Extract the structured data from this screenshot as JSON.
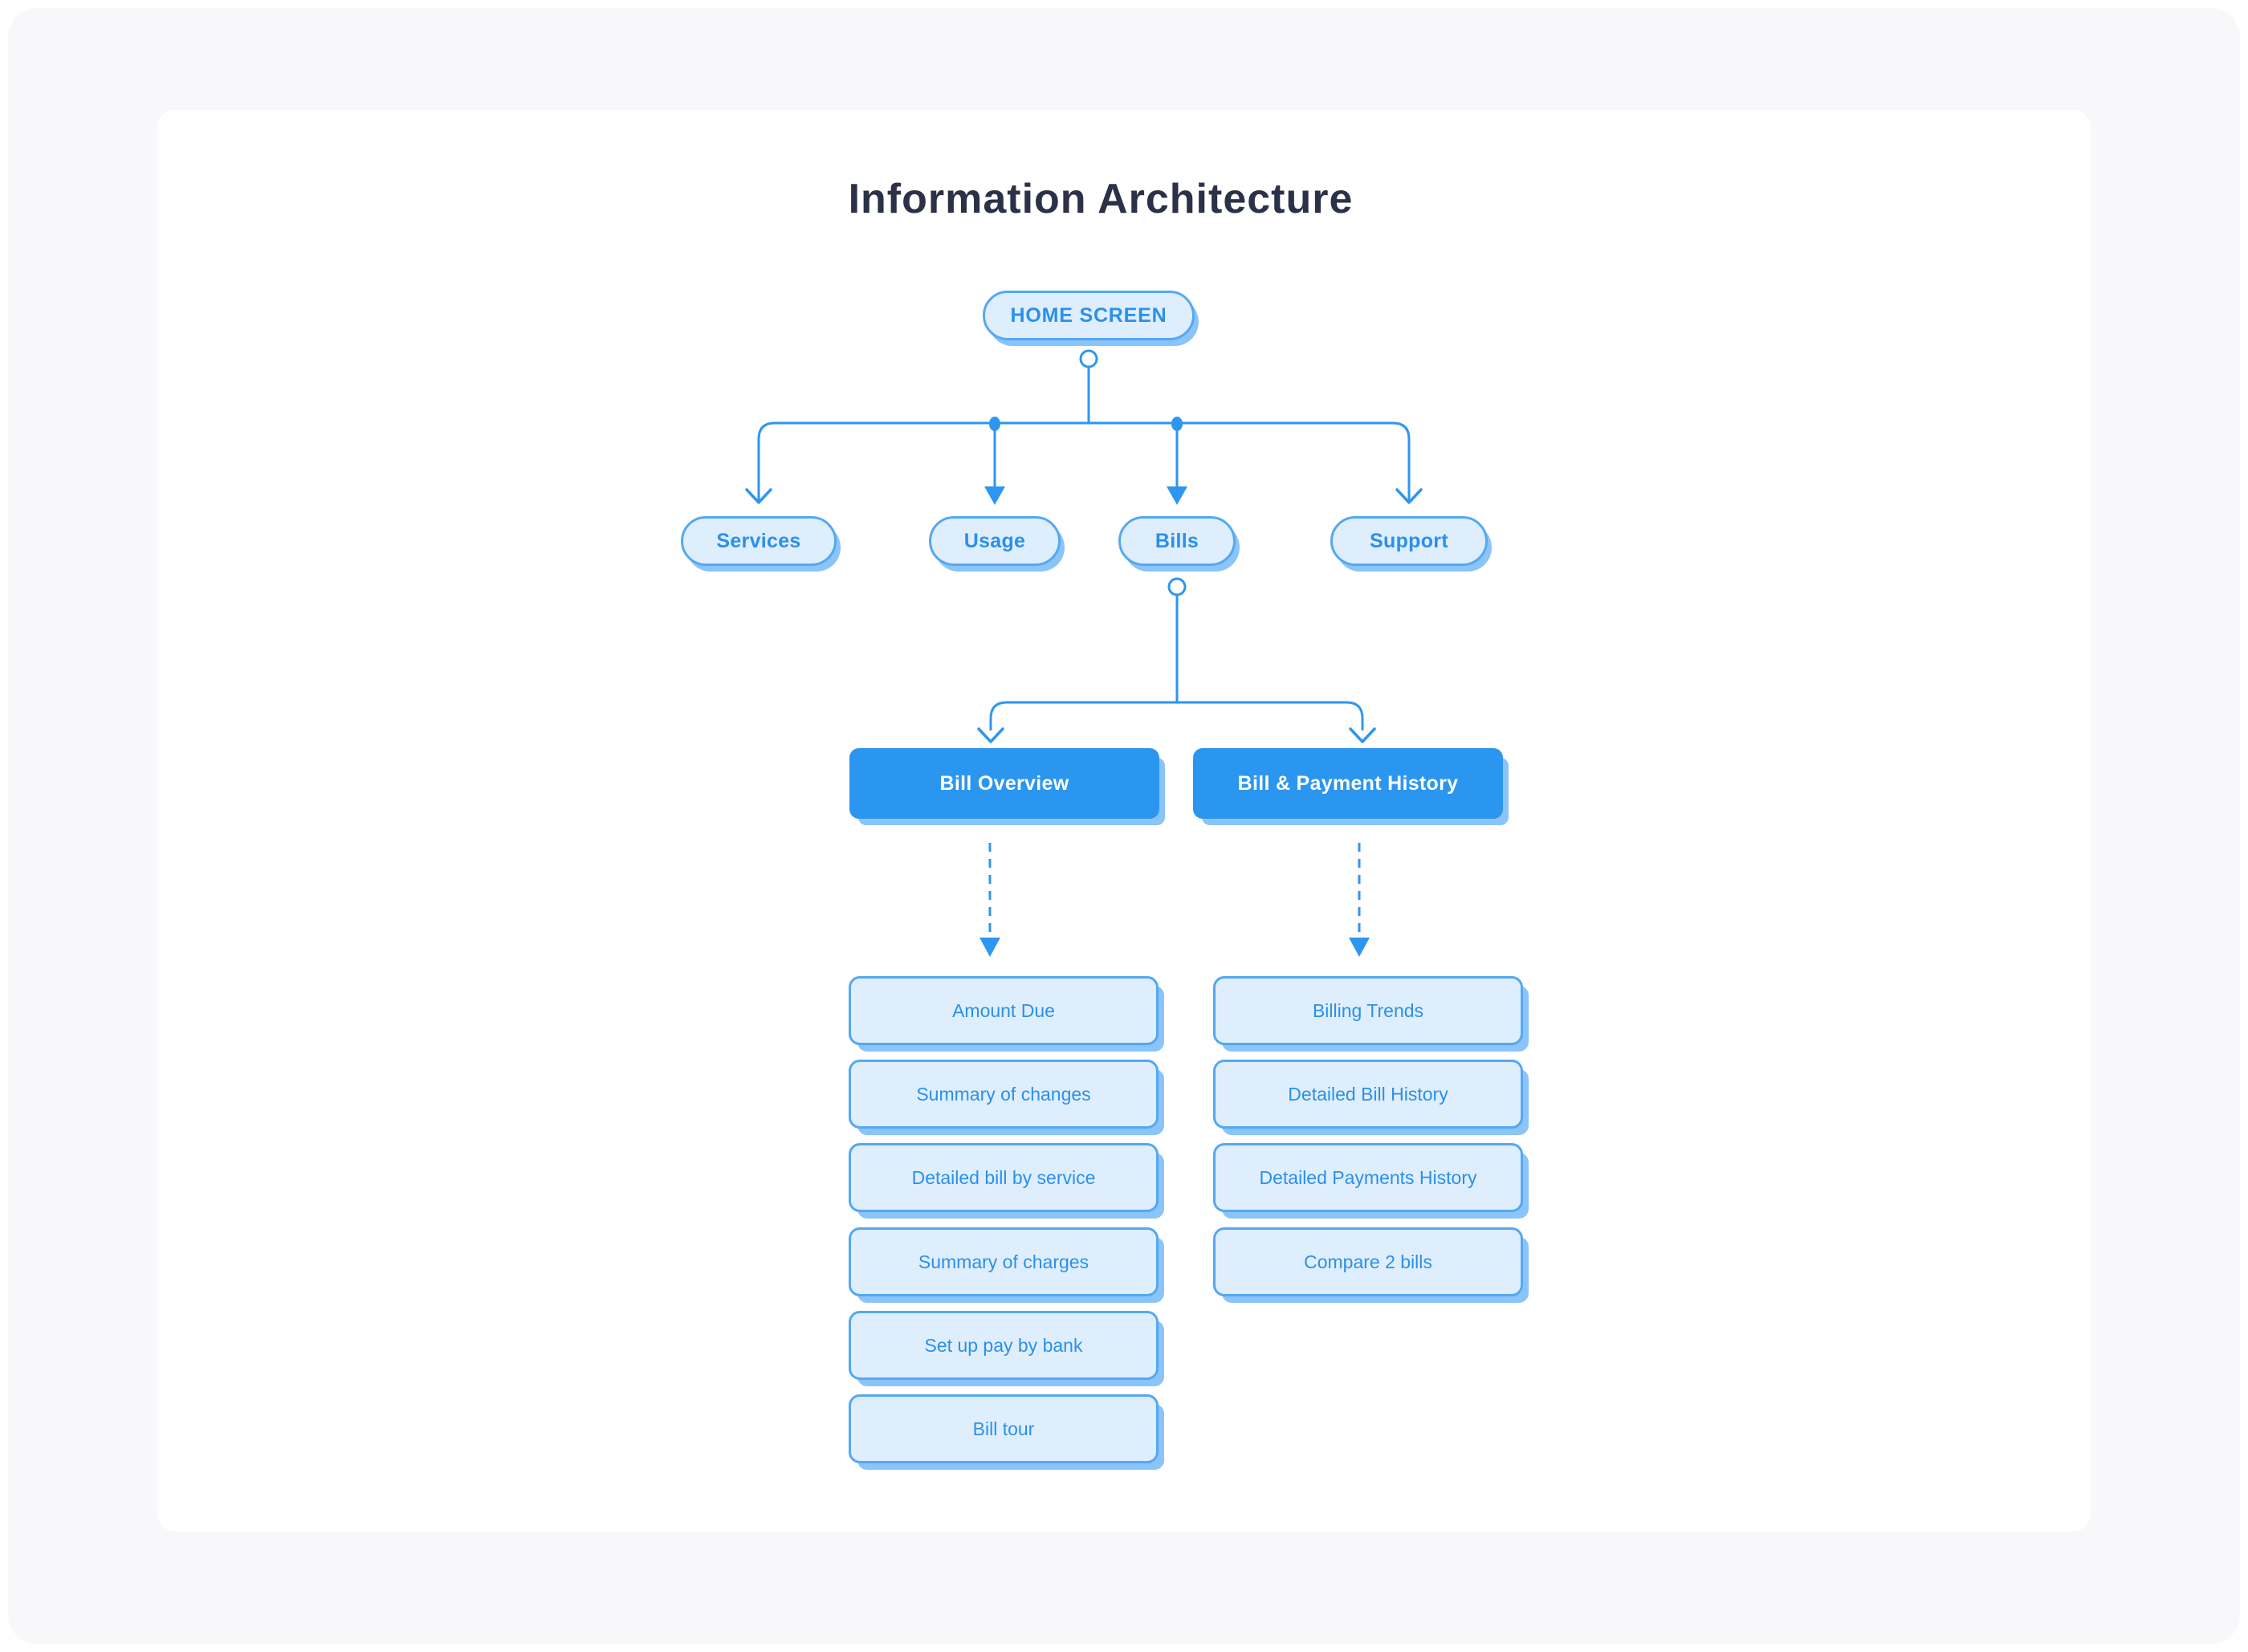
{
  "title": "Information Architecture",
  "nodes": {
    "home": "HOME SCREEN",
    "level1": [
      "Services",
      "Usage",
      "Bills",
      "Support"
    ],
    "level2": [
      "Bill Overview",
      "Bill & Payment History"
    ],
    "overview_items": [
      "Amount Due",
      "Summary of changes",
      "Detailed bill by service",
      "Summary of charges",
      "Set up pay by bank",
      "Bill tour"
    ],
    "history_items": [
      "Billing Trends",
      "Detailed Bill History",
      "Detailed Payments History",
      "Compare 2 bills"
    ]
  },
  "colors": {
    "accent_blue": "#2E96F0",
    "node_fill": "#DFEEFD",
    "node_border": "#54A8F3",
    "node_text": "#2A90EC",
    "solid_fill": "#2B96F0",
    "solid_text": "#FFFFFF",
    "shadow_blue": "#8AC4F8",
    "title_text": "#2B3147",
    "page_bg": "#F8F8FA",
    "card_bg": "#FFFFFF"
  }
}
